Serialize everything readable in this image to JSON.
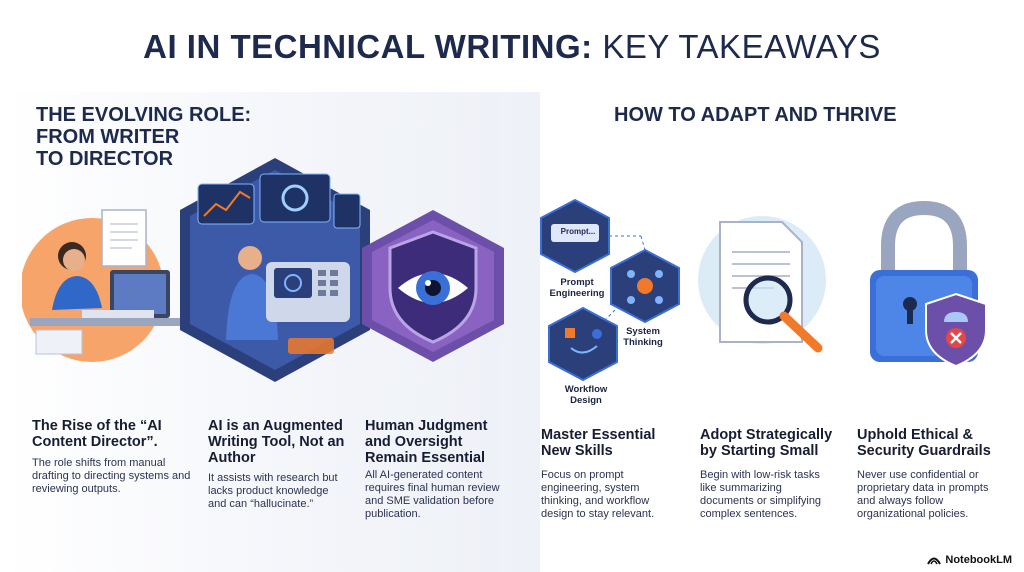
{
  "title": {
    "bold": "AI IN TECHNICAL WRITING:",
    "thin": " KEY TAKEAWAYS"
  },
  "left_section": {
    "heading_line1": "THE EVOLVING ROLE:",
    "heading_line2": "FROM WRITER",
    "heading_line3": "TO DIRECTOR",
    "cards": [
      {
        "title": "The Rise of the “AI Content Director”.",
        "body": "The role shifts from manual drafting to directing systems and reviewing outputs."
      },
      {
        "title": "AI is an Augmented Writing Tool, Not an Author",
        "body": "It assists with research but lacks product knowledge and can “hallucinate.”"
      },
      {
        "title": "Human Judgment and Oversight Remain Essential",
        "body": "All AI-generated content requires final human review and SME validation before publication."
      }
    ]
  },
  "right_section": {
    "heading": "HOW TO ADAPT AND THRIVE",
    "skills": {
      "prompt_screen": "Prompt...",
      "prompt": "Prompt Engineering",
      "system": "System Thinking",
      "workflow": "Workflow Design"
    },
    "cards": [
      {
        "title": "Master Essential New Skills",
        "body": "Focus on prompt engineering, system thinking, and workflow design to stay relevant."
      },
      {
        "title": "Adopt Strategically by Starting Small",
        "body": "Begin with low-risk tasks like summarizing documents or simplifying complex sentences."
      },
      {
        "title": "Uphold Ethical & Security Guardrails",
        "body": "Never use confidential or proprietary data in prompts and always follow organizational policies."
      }
    ]
  },
  "brand": "NotebookLM",
  "colors": {
    "navy": "#1d2a4d",
    "blue": "#3b6fd8",
    "orange": "#f07a2a",
    "purple": "#6b4fa8",
    "teal": "#2aa5b8"
  }
}
